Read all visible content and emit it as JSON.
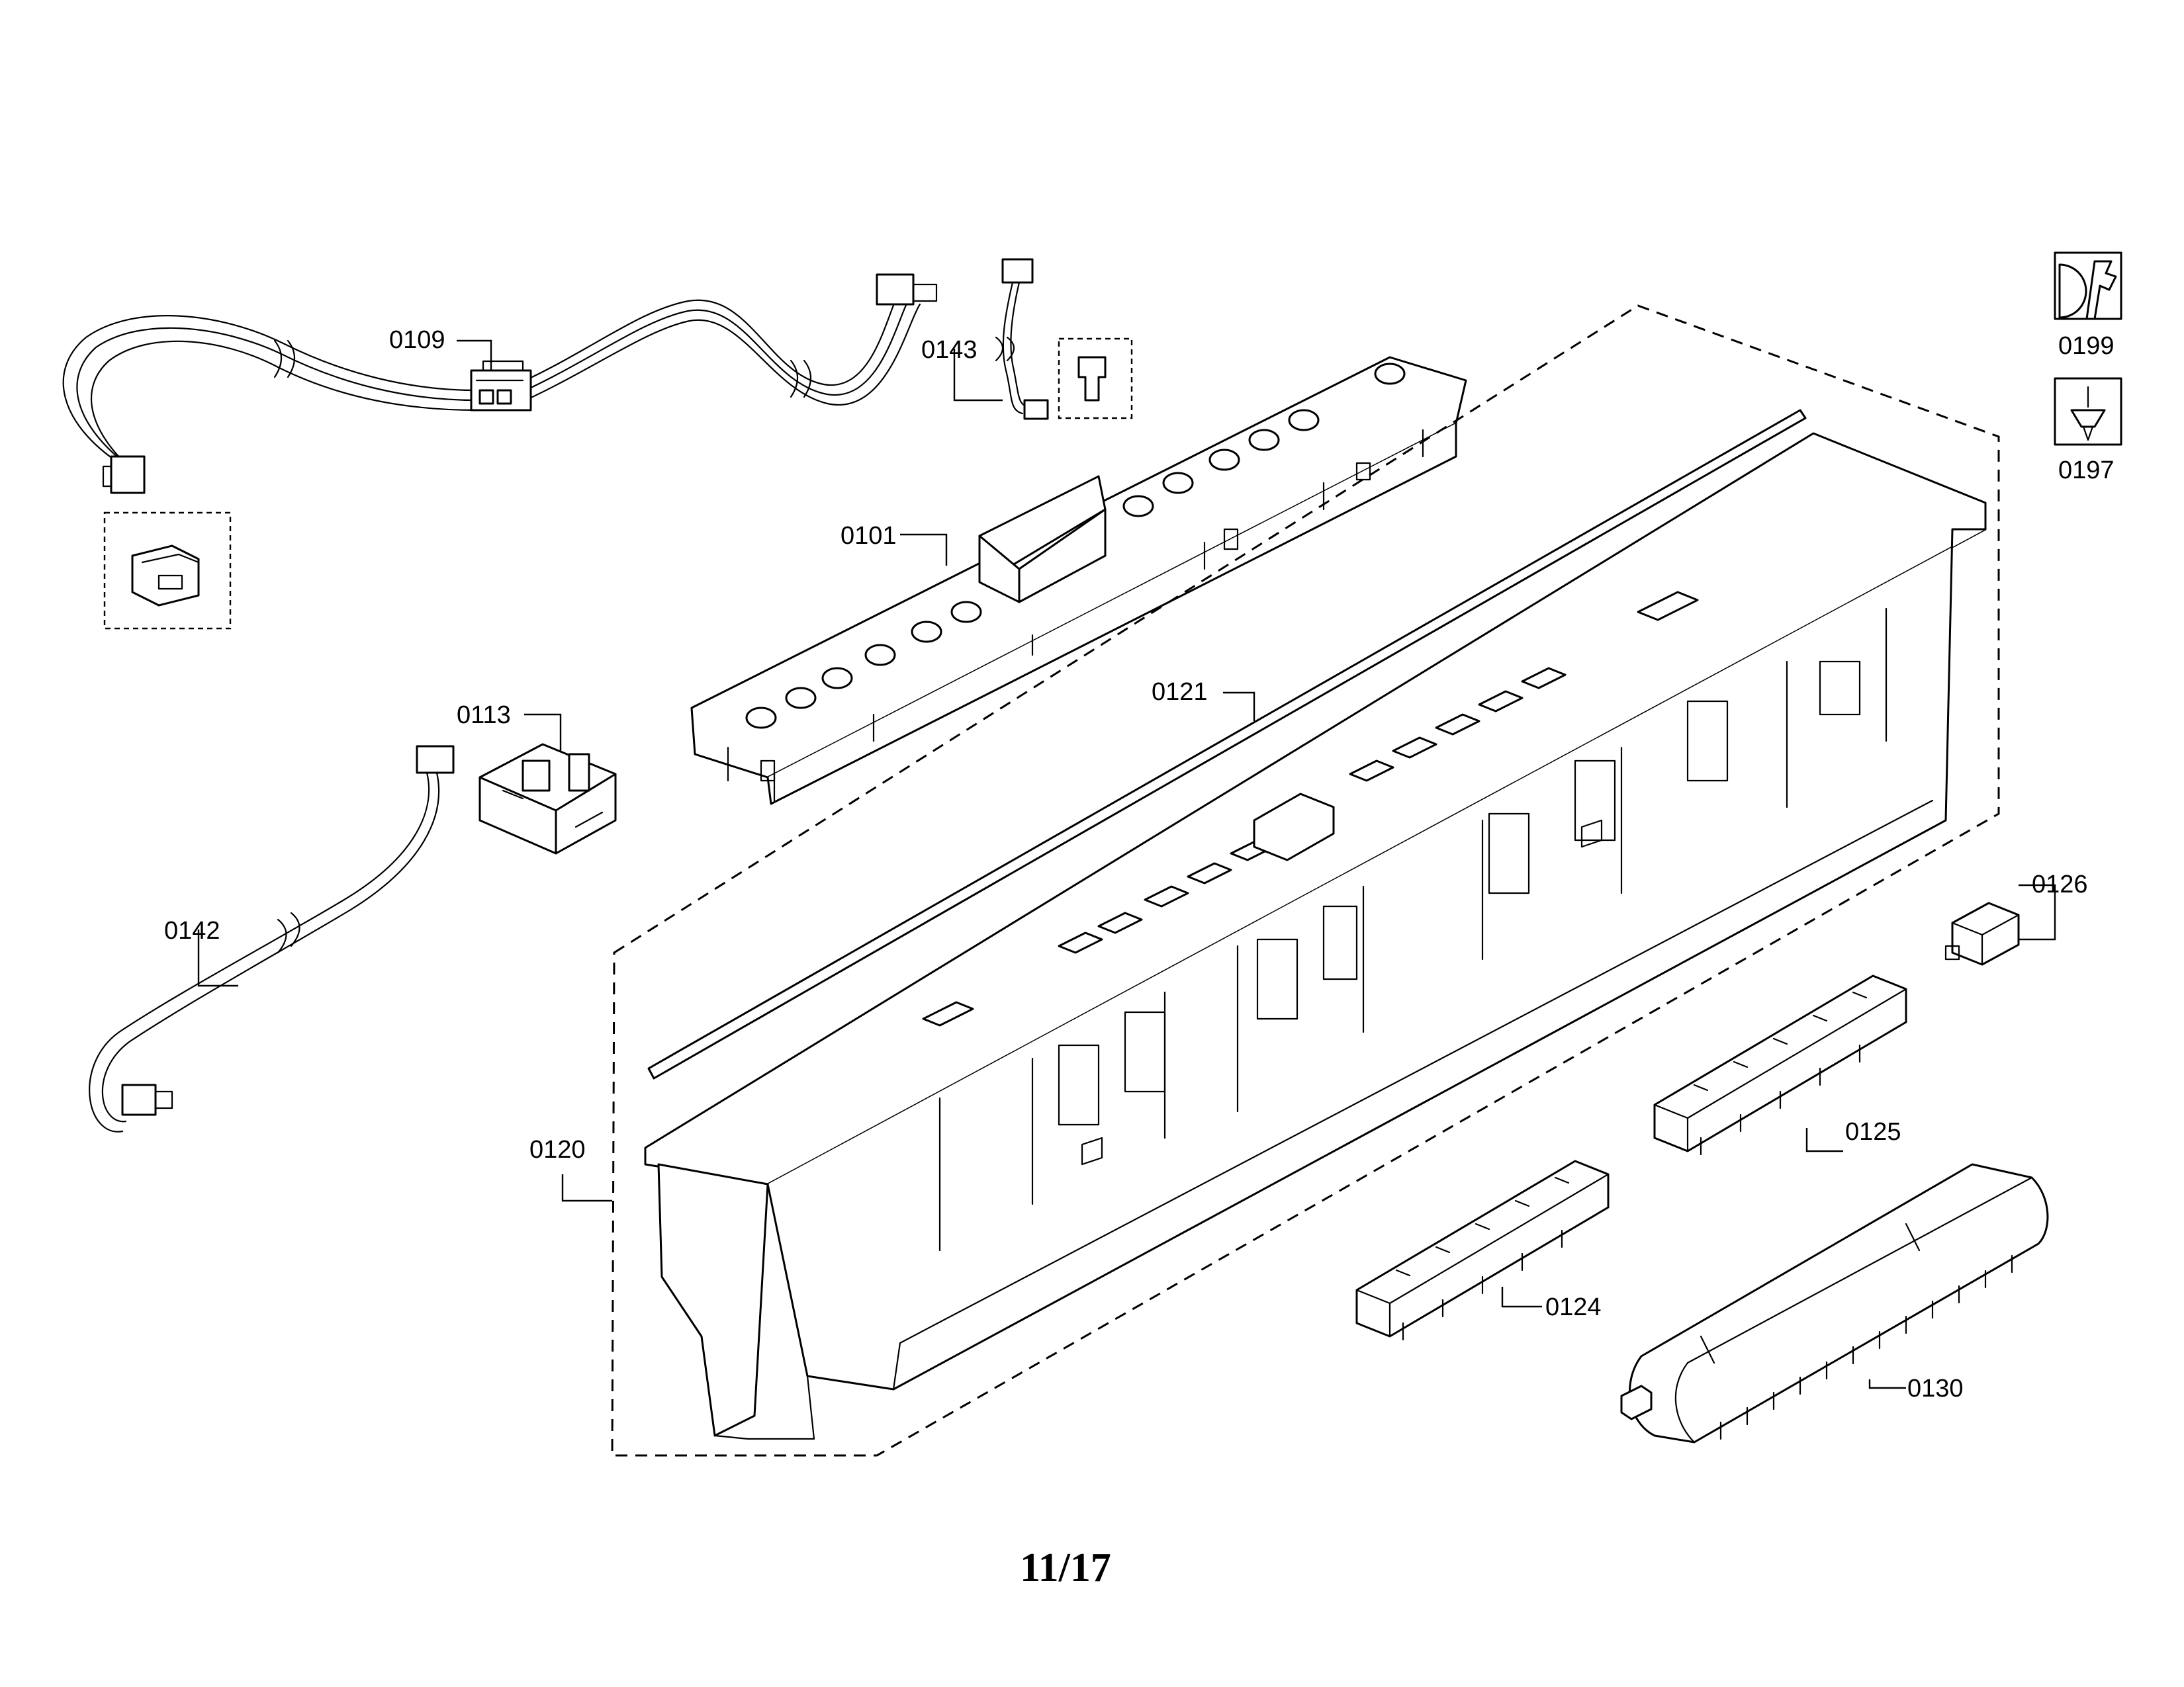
{
  "diagram": {
    "callouts": {
      "p0109": "0109",
      "p0143": "0143",
      "p0199": "0199",
      "p0197": "0197",
      "p0101": "0101",
      "p0113": "0113",
      "p0121": "0121",
      "p0142": "0142",
      "p0126": "0126",
      "p0120": "0120",
      "p0125": "0125",
      "p0124": "0124",
      "p0130": "0130"
    },
    "tool_icons": [
      "wrench-icon",
      "screwdriver-icon"
    ],
    "page_number": "11/17"
  }
}
